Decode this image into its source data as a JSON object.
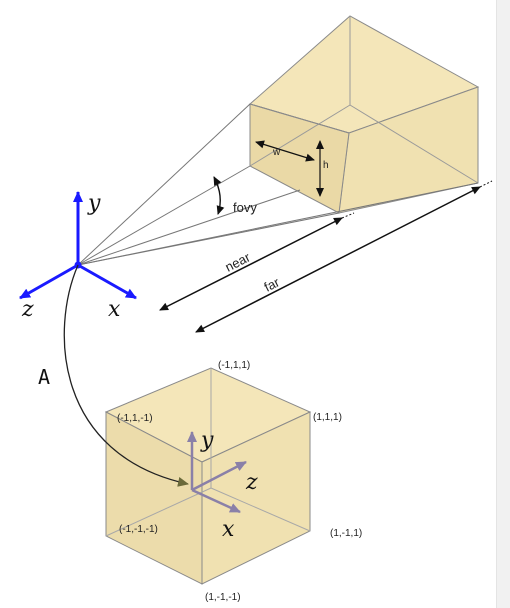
{
  "frustum": {
    "w_label": "w",
    "h_label": "h",
    "fovy_label": "fovy",
    "near_label": "near",
    "far_label": "far"
  },
  "camera_axes": {
    "x": "x",
    "y": "y",
    "z": "z"
  },
  "transform_label": "A",
  "ndc_axes": {
    "x": "x",
    "y": "y",
    "z": "z"
  },
  "cube_corners": {
    "top_back": "(-1,1,1)",
    "top_left": "(-1,1,-1)",
    "top_right": "(1,1,1)",
    "bottom_left": "(-1,-1,-1)",
    "bottom_right": "(1,-1,1)",
    "bottom_front": "(1,-1,-1)"
  },
  "colors": {
    "volume_fill": "#f2e3b3",
    "volume_stroke": "#8a8a8a",
    "camera_axis": "#1a1aff",
    "ndc_axis": "#8a80a8",
    "arrow_color": "#111111"
  }
}
